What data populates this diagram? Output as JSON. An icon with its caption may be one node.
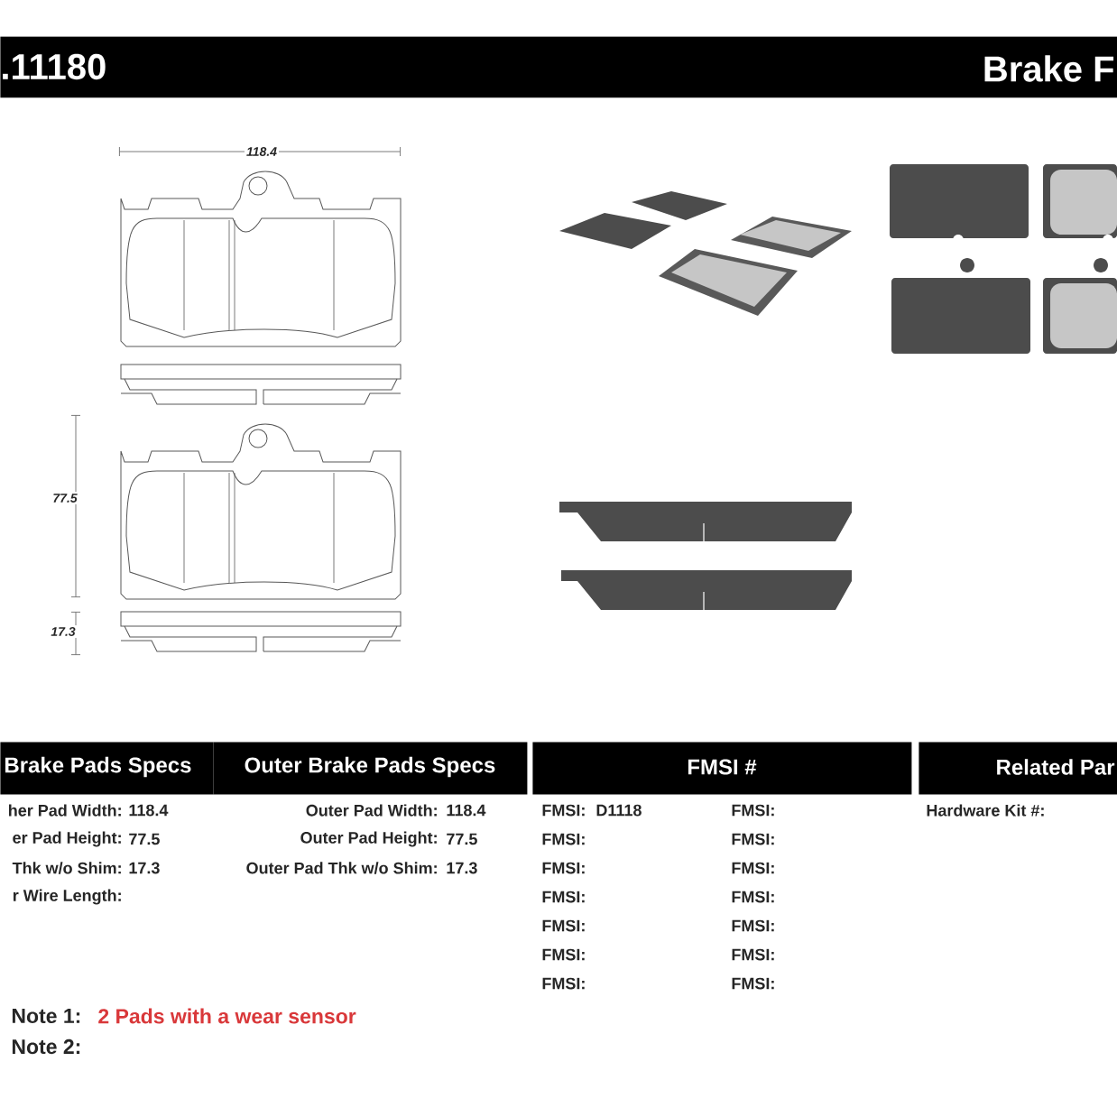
{
  "diagram": {
    "nodes": [
      {
        "text": [
          ".11180",
          "Brake F"
        ]
      },
      {
        "text": [
          "Brake Pads Specs"
        ]
      },
      {
        "text": [
          "Outer Brake Pads Specs"
        ]
      },
      {
        "text": [
          "FMSI #"
        ]
      },
      {
        "text": [
          "Related Par"
        ]
      }
    ],
    "labels": [
      "118.4",
      "77.5",
      "17.3",
      "her Pad Width:",
      "118.4",
      "Outer Pad Width:",
      "118.4",
      "FMSI:",
      "D1118",
      "FMSI:",
      "Hardware Kit #:",
      "er Pad Height:",
      "77.5",
      "Outer Pad Height:",
      "77.5",
      "FMSI:",
      "FMSI:",
      "Thk w/o Shim:",
      "17.3",
      "Outer Pad Thk w/o Shim:",
      "17.3",
      "FMSI:",
      "FMSI:",
      "r Wire Length:",
      "FMSI:",
      "FMSI:",
      "FMSI:",
      "FMSI:",
      "FMSI:",
      "FMSI:",
      "FMSI:",
      "FMSI:",
      "Note 1:",
      "2 Pads with a wear sensor",
      "Note 2:"
    ]
  }
}
